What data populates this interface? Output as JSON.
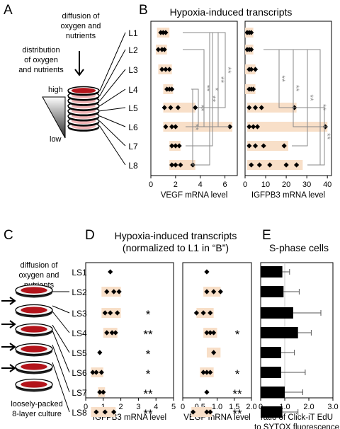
{
  "panel_letters": {
    "a": "A",
    "b": "B",
    "c": "C",
    "d": "D",
    "e": "E"
  },
  "panelA": {
    "diffusion_label": [
      "diffusion of",
      "oxygen and",
      "nutrients"
    ],
    "distribution_label": [
      "distribution",
      "of oxygen",
      "and nutrients"
    ],
    "high_label": "high",
    "low_label": "low",
    "layer_labels": [
      "L1",
      "L2",
      "L3",
      "L4",
      "L5",
      "L6",
      "L7",
      "L8"
    ]
  },
  "panelC": {
    "diffusion_label": [
      "diffusion of",
      "oxygen and",
      "nutrients"
    ],
    "footer_label": [
      "loosely-packed",
      "8-layer culture"
    ]
  },
  "colors": {
    "range_band": "#f8dfc8",
    "marker": "#000000",
    "sig_line": "#8a8a8a",
    "bar": "#000000",
    "disc": "#b3141b"
  },
  "chart_data": [
    {
      "panel": "B-left",
      "type": "scatter",
      "title": "Hypoxia-induced transcripts",
      "xlabel": "VEGF mRNA level",
      "categories": [
        "L1",
        "L2",
        "L3",
        "L4",
        "L5",
        "L6",
        "L7",
        "L8"
      ],
      "xlim": [
        0,
        7
      ],
      "xticks": [
        "0",
        "2",
        "4",
        "6"
      ],
      "tick_values": [
        0,
        2,
        4,
        6
      ],
      "values": [
        [
          0.8,
          1.0,
          1.2
        ],
        [
          0.6,
          0.9,
          1.1
        ],
        [
          0.9,
          1.2,
          1.5
        ],
        [
          1.3,
          1.5,
          1.7
        ],
        [
          1.1,
          1.6,
          2.2,
          3.6
        ],
        [
          1.2,
          1.7,
          2.0,
          6.4
        ],
        [
          1.7,
          2.0,
          2.3
        ],
        [
          1.7,
          2.0,
          2.4,
          3.4
        ]
      ],
      "ranges": [
        [
          0.5,
          1.5
        ],
        [
          0.4,
          1.3
        ],
        [
          0.6,
          1.7
        ],
        [
          1.0,
          1.8
        ],
        [
          1.0,
          3.6
        ],
        [
          1.0,
          6.6
        ],
        [
          1.5,
          2.4
        ],
        [
          1.5,
          3.6
        ]
      ],
      "significance": [
        {
          "from": "L1",
          "to": "L5",
          "label": "**"
        },
        {
          "from": "L1",
          "to": "L6",
          "label": "**"
        },
        {
          "from": "L1",
          "to": "L7",
          "label": "*"
        },
        {
          "from": "L1",
          "to": "L8",
          "label": "**"
        },
        {
          "from": "L2",
          "to": "L6",
          "label": "**"
        },
        {
          "from": "L4",
          "to": "L6",
          "label": "**"
        },
        {
          "from": "L4",
          "to": "L8",
          "label": "**"
        }
      ]
    },
    {
      "panel": "B-right",
      "type": "scatter",
      "xlabel": "IGFPB3 mRNA level",
      "categories": [
        "L1",
        "L2",
        "L3",
        "L4",
        "L5",
        "L6",
        "L7",
        "L8"
      ],
      "xlim": [
        0,
        42
      ],
      "xticks": [
        "0",
        "10",
        "20",
        "30",
        "40"
      ],
      "tick_values": [
        0,
        10,
        20,
        30,
        40
      ],
      "values": [
        [
          1,
          2,
          3
        ],
        [
          1,
          2,
          3
        ],
        [
          2,
          3,
          5
        ],
        [
          2,
          3,
          4
        ],
        [
          2,
          5,
          8,
          24
        ],
        [
          2,
          4,
          6,
          39
        ],
        [
          2,
          5,
          9,
          19
        ],
        [
          3,
          7,
          12,
          20,
          25
        ]
      ],
      "ranges": [
        [
          0,
          4
        ],
        [
          0,
          4
        ],
        [
          0,
          5
        ],
        [
          0,
          5
        ],
        [
          1,
          25
        ],
        [
          1,
          40
        ],
        [
          1,
          21
        ],
        [
          1,
          28
        ]
      ],
      "significance": [
        {
          "from": "L2",
          "to": "L5",
          "label": "**"
        },
        {
          "from": "L2",
          "to": "L6",
          "label": "**"
        },
        {
          "from": "L2",
          "to": "L7",
          "label": "**"
        },
        {
          "from": "L2",
          "to": "L8",
          "label": "**"
        },
        {
          "from": "L5",
          "to": "L8",
          "label": "**"
        }
      ]
    },
    {
      "panel": "D-left",
      "type": "scatter",
      "title": "Hypoxia-induced transcripts",
      "subtitle": "(normalized to L1 in “B”)",
      "xlabel": "IGFPB3 mRNA level",
      "categories": [
        "LS1",
        "LS2",
        "LS3",
        "LS4",
        "LS5",
        "LS6",
        "LS7",
        "LS8"
      ],
      "xlim": [
        0,
        5
      ],
      "xticks": [
        "0",
        "1",
        "2",
        "3",
        "4",
        "5"
      ],
      "tick_values": [
        0,
        1,
        2,
        3,
        4,
        5
      ],
      "values": [
        [
          1.4
        ],
        [
          1.2,
          1.6,
          1.9
        ],
        [
          1.1,
          1.4,
          1.8
        ],
        [
          1.2,
          1.5,
          1.7
        ],
        [
          0.8
        ],
        [
          0.4,
          0.6,
          0.9
        ],
        [
          0.8,
          1.0
        ],
        [
          0.6,
          1.1,
          1.6
        ]
      ],
      "ranges": [
        null,
        [
          0.9,
          2.0
        ],
        [
          0.9,
          2.0
        ],
        [
          1.0,
          1.8
        ],
        null,
        [
          0.3,
          1.0
        ],
        [
          0.7,
          1.1
        ],
        [
          0.3,
          1.7
        ]
      ],
      "significance_marks": [
        "",
        "",
        "*",
        "**",
        "*",
        "*",
        "**",
        "**"
      ]
    },
    {
      "panel": "D-right",
      "type": "scatter",
      "xlabel": "VEGF mRNA level",
      "categories": [
        "LS1",
        "LS2",
        "LS3",
        "LS4",
        "LS5",
        "LS6",
        "LS7",
        "LS8"
      ],
      "xlim": [
        0,
        2
      ],
      "xticks": [
        "0",
        "0.5",
        "1.0",
        "1.5",
        "2.0"
      ],
      "tick_values": [
        0,
        0.5,
        1.0,
        1.5,
        2.0
      ],
      "values": [
        [
          0.7
        ],
        [
          0.7,
          0.9,
          1.1
        ],
        [
          0.4,
          0.6,
          0.8
        ],
        [
          0.7,
          0.8,
          0.9
        ],
        [
          0.9
        ],
        [
          0.6,
          0.7,
          0.8
        ],
        [
          0.7
        ],
        [
          0.3,
          0.7,
          0.8
        ]
      ],
      "ranges": [
        null,
        [
          0.6,
          1.1
        ],
        [
          0.4,
          0.9
        ],
        [
          0.6,
          1.0
        ],
        [
          0.7,
          1.1
        ],
        [
          0.5,
          0.9
        ],
        null,
        [
          0.25,
          0.85
        ]
      ],
      "significance_marks": [
        "",
        "",
        "",
        "*",
        "",
        "*",
        "**",
        "**"
      ]
    },
    {
      "panel": "E",
      "type": "bar",
      "title": "S-phase cells",
      "xlabel": "ratio of Click-iT EdU\nto SYTOX fluorescence",
      "categories": [
        "LS1",
        "LS2",
        "LS3",
        "LS4",
        "LS5",
        "LS6",
        "LS7",
        "LS8"
      ],
      "values": [
        0.9,
        0.95,
        1.35,
        1.55,
        0.85,
        0.85,
        1.0,
        0.9
      ],
      "errors": [
        0.3,
        0.65,
        1.15,
        0.55,
        0.55,
        1.0,
        0.75,
        0.65
      ],
      "xlim": [
        0,
        3.0
      ],
      "xticks": [
        "0",
        "1.0",
        "2.0",
        "3.0"
      ],
      "tick_values": [
        0,
        1.0,
        2.0,
        3.0
      ],
      "grid": false
    }
  ]
}
